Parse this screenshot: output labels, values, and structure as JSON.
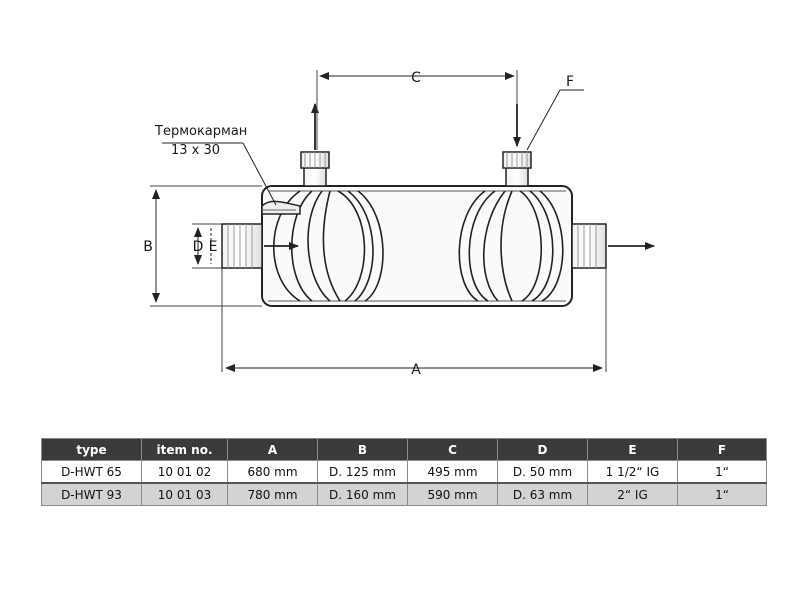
{
  "diagram": {
    "labels": {
      "thermowell": "Термокарман",
      "thermowell_size": "13 x 30",
      "dim_a": "A",
      "dim_b": "B",
      "dim_c": "C",
      "dim_d": "D",
      "dim_e": "E",
      "dim_f": "F"
    }
  },
  "table": {
    "headers": [
      "type",
      "item no.",
      "A",
      "B",
      "C",
      "D",
      "E",
      "F"
    ],
    "rows": [
      [
        "D-HWT 65",
        "10 01 02",
        "680 mm",
        "D. 125 mm",
        "495 mm",
        "D. 50 mm",
        "1 1/2“ IG",
        "1“"
      ],
      [
        "D-HWT 93",
        "10 01 03",
        "780 mm",
        "D. 160 mm",
        "590 mm",
        "D. 63 mm",
        "2“ IG",
        "1“"
      ]
    ]
  }
}
